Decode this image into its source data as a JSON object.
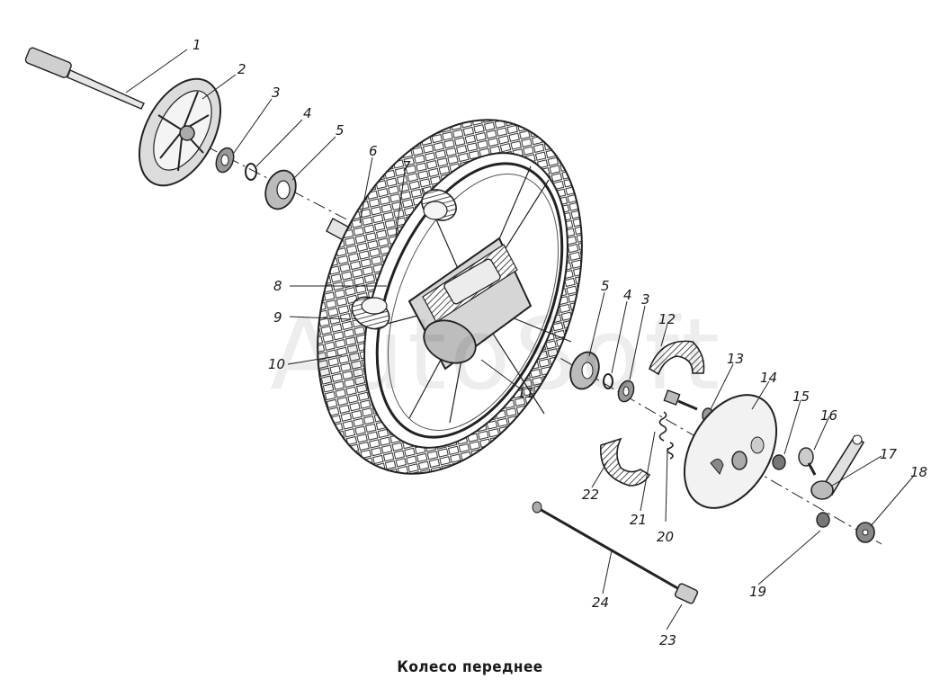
{
  "caption": "Колесо переднее",
  "watermark": "AutoSoft",
  "callouts": [
    {
      "id": "c1",
      "text": "1"
    },
    {
      "id": "c2",
      "text": "2"
    },
    {
      "id": "c3a",
      "text": "3"
    },
    {
      "id": "c4a",
      "text": "4"
    },
    {
      "id": "c5a",
      "text": "5"
    },
    {
      "id": "c6",
      "text": "6"
    },
    {
      "id": "c7",
      "text": "7"
    },
    {
      "id": "c8",
      "text": "8"
    },
    {
      "id": "c9",
      "text": "9"
    },
    {
      "id": "c10",
      "text": "10"
    },
    {
      "id": "c11",
      "text": "11"
    },
    {
      "id": "c5b",
      "text": "5"
    },
    {
      "id": "c4b",
      "text": "4"
    },
    {
      "id": "c3b",
      "text": "3"
    },
    {
      "id": "c12",
      "text": "12"
    },
    {
      "id": "c13",
      "text": "13"
    },
    {
      "id": "c14",
      "text": "14"
    },
    {
      "id": "c15",
      "text": "15"
    },
    {
      "id": "c16",
      "text": "16"
    },
    {
      "id": "c17",
      "text": "17"
    },
    {
      "id": "c18",
      "text": "18"
    },
    {
      "id": "c19",
      "text": "19"
    },
    {
      "id": "c20",
      "text": "20"
    },
    {
      "id": "c21",
      "text": "21"
    },
    {
      "id": "c22",
      "text": "22"
    },
    {
      "id": "c23",
      "text": "23"
    },
    {
      "id": "c24",
      "text": "24"
    }
  ]
}
